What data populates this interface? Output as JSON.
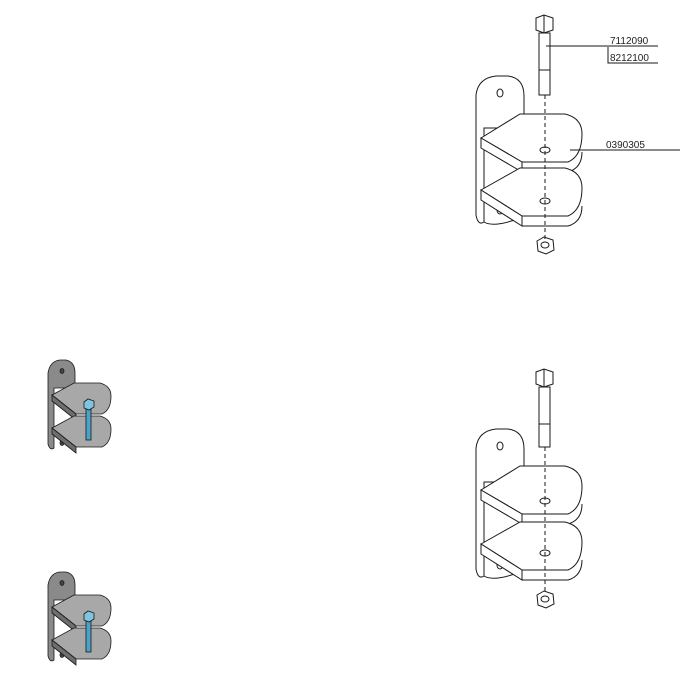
{
  "callouts": {
    "bolt_primary": "7112090",
    "bolt_alt": "8212100",
    "bracket": "0390305"
  },
  "icons": {
    "bolt": "hex-bolt-icon",
    "nut": "hex-nut-icon",
    "bracket": "double-plate-bracket-icon"
  },
  "colors": {
    "line": "#1a1a1a",
    "bracket_shaded": "#8a8a8a",
    "bolt_shaded": "#4aa3c7"
  }
}
